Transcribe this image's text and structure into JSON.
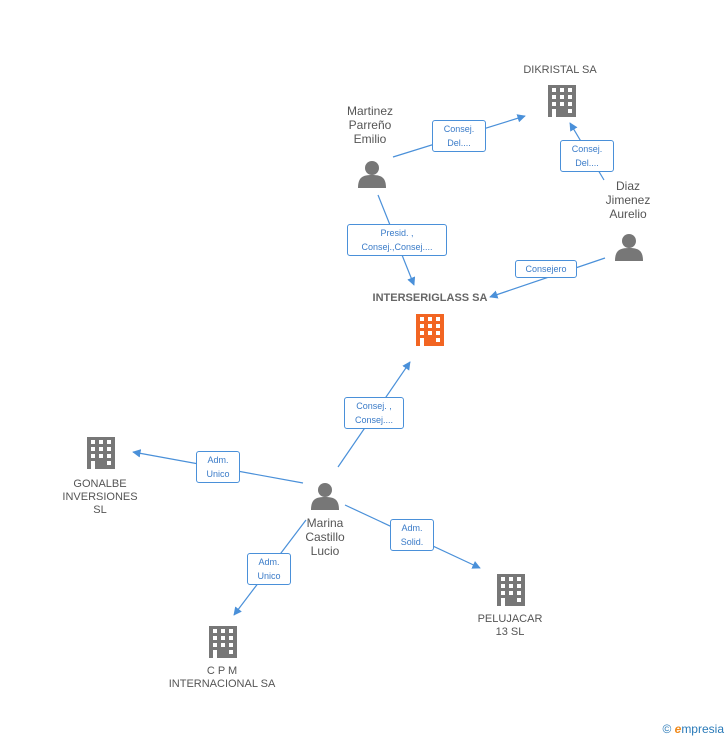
{
  "colors": {
    "edge": "#4a90d9",
    "node": "#777777",
    "main_node": "#f26522"
  },
  "nodes": {
    "dikristal": {
      "label": "DIKRISTAL SA",
      "icon": "building-icon"
    },
    "martinez": {
      "label": "Martinez\nParreño\nEmilio",
      "icon": "person-icon"
    },
    "diaz": {
      "label": "Diaz\nJimenez\nAurelio",
      "icon": "person-icon"
    },
    "interseriglass": {
      "label": "INTERSERIGLASS SA",
      "icon": "building-icon"
    },
    "gonalbe": {
      "label": "GONALBE\nINVERSIONES\nSL",
      "icon": "building-icon"
    },
    "marina": {
      "label": "Marina\nCastillo\nLucio",
      "icon": "person-icon"
    },
    "cpm": {
      "label": "C P M\nINTERNACIONAL SA",
      "icon": "building-icon"
    },
    "pelujacar": {
      "label": "PELUJACAR\n13 SL",
      "icon": "building-icon"
    }
  },
  "edges": {
    "martinez_dikristal": "Consej.\nDel....",
    "diaz_dikristal": "Consej.\nDel....",
    "martinez_interseriglass": "Presid. ,\nConsej.,Consej....",
    "diaz_interseriglass": "Consejero",
    "marina_interseriglass": "Consej. ,\nConsej....",
    "marina_gonalbe": "Adm.\nUnico",
    "marina_pelujacar": "Adm.\nSolid.",
    "marina_cpm": "Adm.\nUnico"
  },
  "footer": {
    "copyright": "©",
    "brand_first": "e",
    "brand_rest": "mpresia"
  }
}
